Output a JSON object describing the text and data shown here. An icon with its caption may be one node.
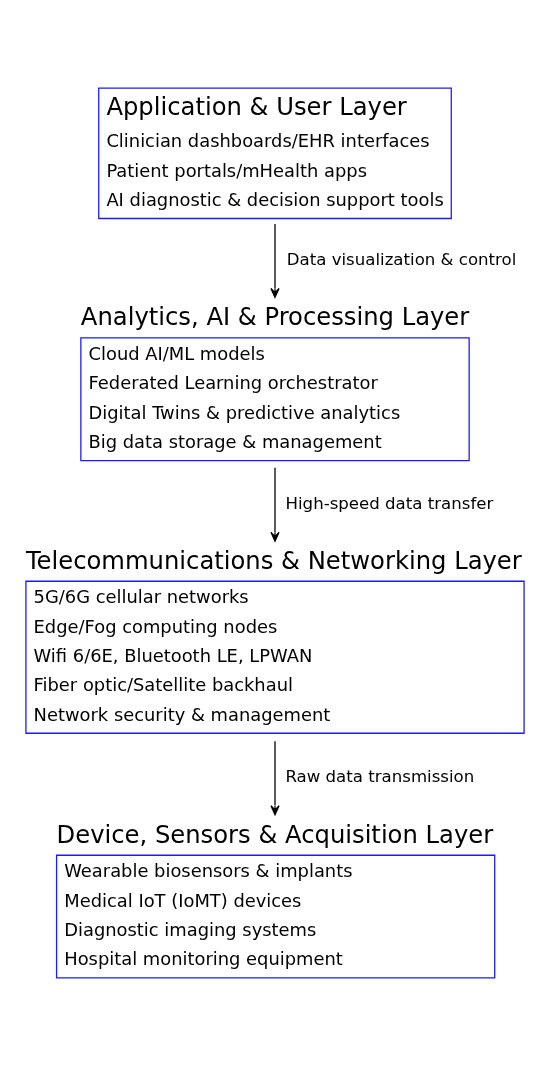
{
  "diagram": {
    "nodes": [
      {
        "text": [
          "Application & User Layer",
          "Clinician dashboards/EHR interfaces",
          "Patient portals/mHealth apps",
          "AI diagnostic & decision support tools"
        ]
      },
      {
        "text": [
          "Analytics, AI & Processing Layer",
          "Cloud AI/ML models",
          "Federated Learning orchestrator",
          "Digital Twins & predictive analytics",
          "Big data storage & management"
        ]
      },
      {
        "text": [
          "Telecommunications & Networking Layer",
          "5G/6G cellular networks",
          "Edge/Fog computing nodes",
          "Wifi 6/6E, Bluetooth LE, LPWAN",
          "Fiber optic/Satellite backhaul",
          "Network security & management"
        ]
      },
      {
        "text": [
          "Device, Sensors & Acquisition Layer",
          "Wearable biosensors & implants",
          "Medical IoT (IoMT) devices",
          "Diagnostic imaging systems",
          "Hospital monitoring equipment"
        ]
      }
    ],
    "edges": [
      {
        "from": 0,
        "to": 1,
        "arrow": "to",
        "label": "Data visualization & control"
      },
      {
        "from": 1,
        "to": 2,
        "arrow": "to",
        "label": "High-speed data transfer"
      },
      {
        "from": 2,
        "to": 3,
        "arrow": "to",
        "label": "Raw data transmission"
      }
    ]
  }
}
